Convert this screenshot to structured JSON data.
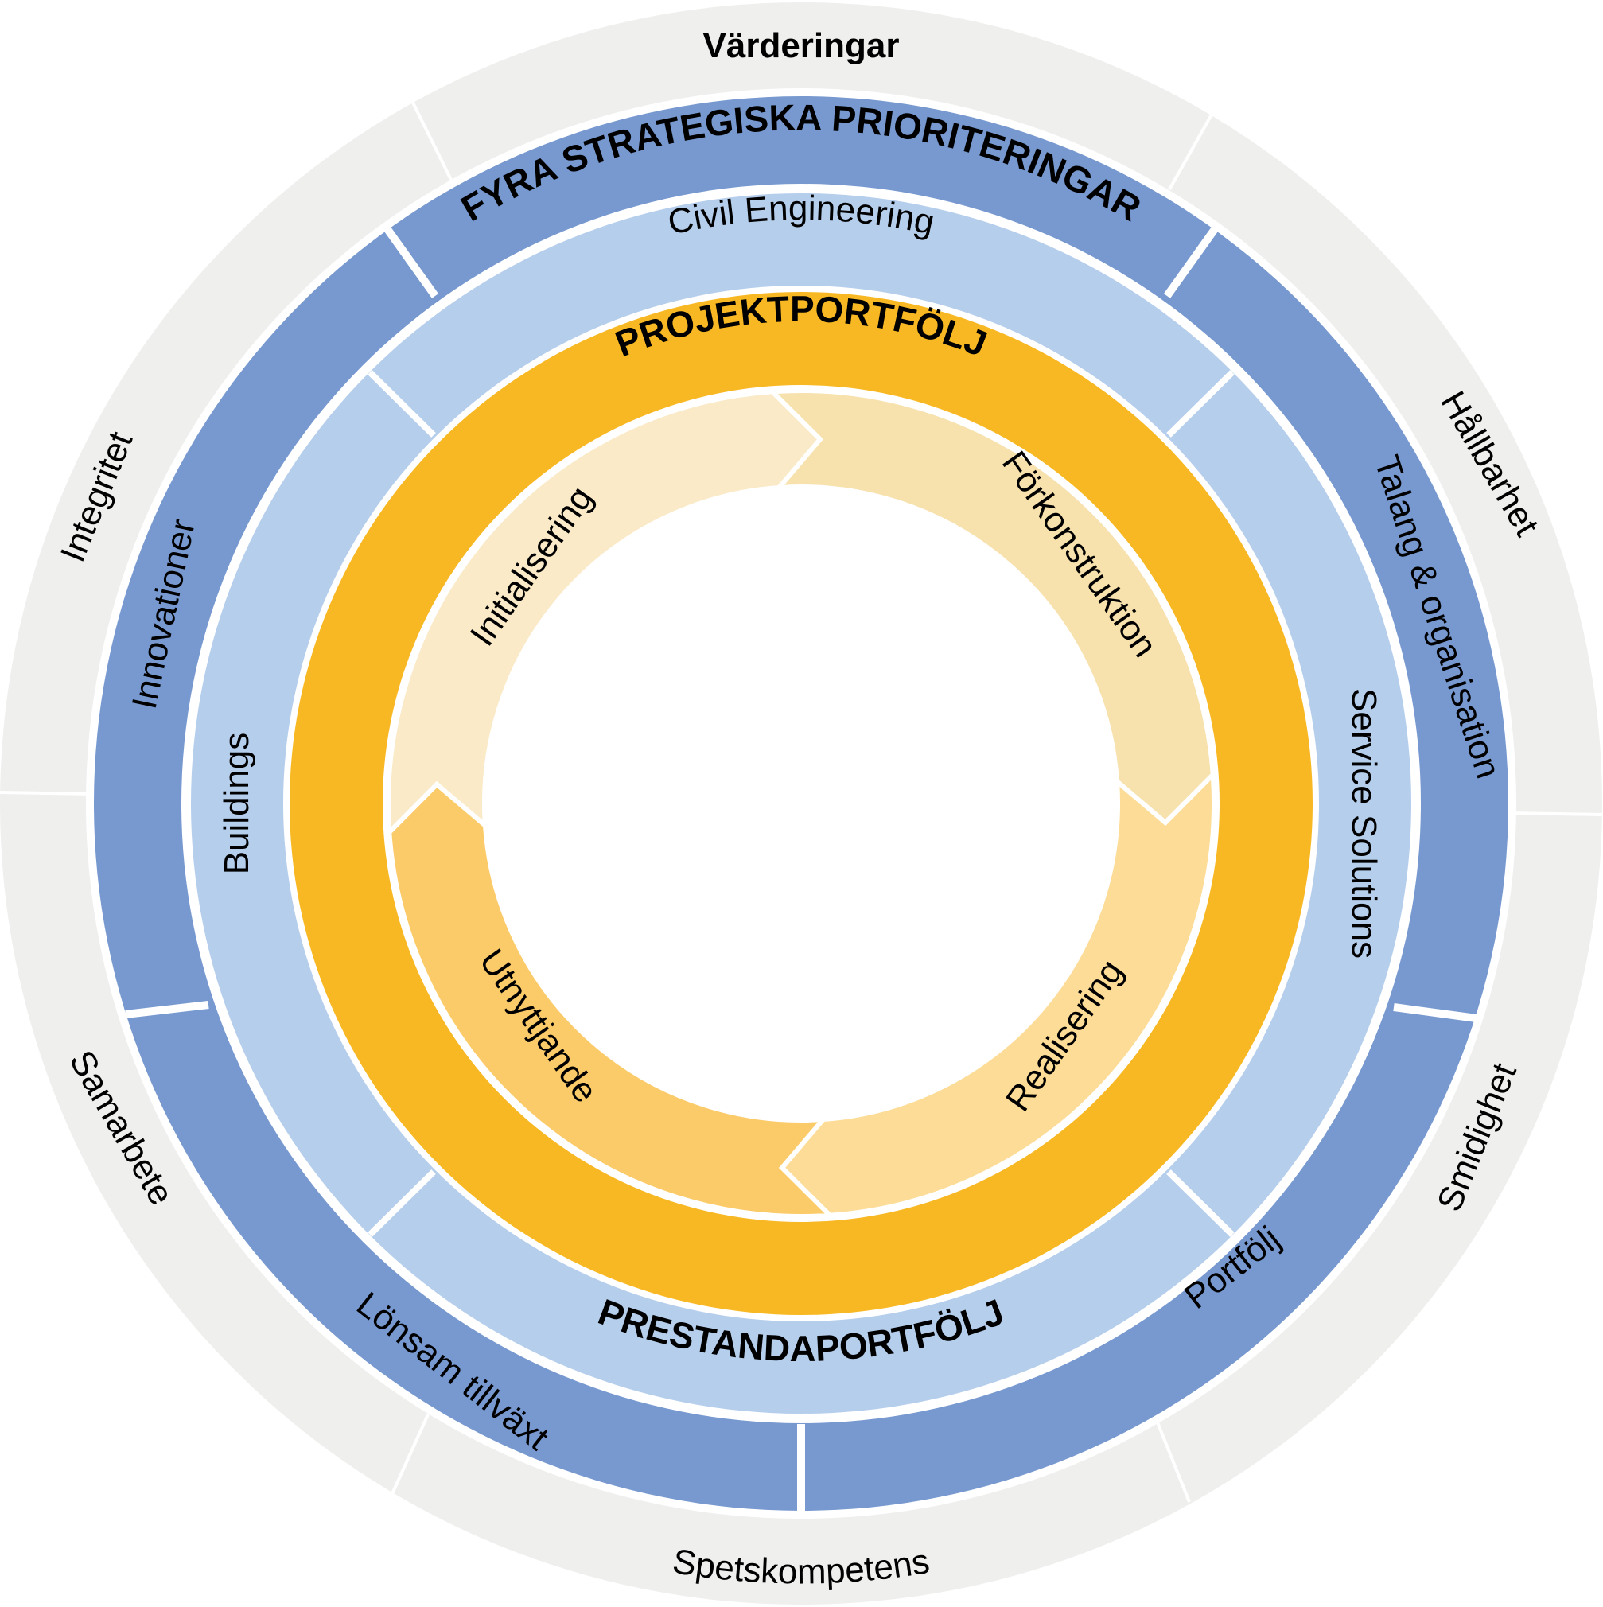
{
  "colors": {
    "values_ring": "#efefed",
    "strategy_ring": "#7799d0",
    "business_ring": "#b5ceec",
    "project_ring": "#f8b823",
    "phase_initialisering": "#faeac7",
    "phase_forkonstruktion": "#f7e1ac",
    "phase_realisering": "#fcdc96",
    "phase_utnyttjande": "#fbcb6a",
    "separator": "#ffffff"
  },
  "values_ring": {
    "title": "Värderingar",
    "items": [
      "Hållbarhet",
      "Smidighet",
      "Spetskompetens",
      "Samarbete",
      "Integritet"
    ]
  },
  "strategy_ring": {
    "title": "FYRA STRATEGISKA PRIORITERINGAR",
    "items": [
      "Talang & organisation",
      "Portfölj",
      "Lönsam tillväxt",
      "Innovationer"
    ]
  },
  "business_ring": {
    "title": "PRESTANDAPORTFÖLJ",
    "items": [
      "Civil Engineering",
      "Service Solutions",
      "Buildings"
    ]
  },
  "project_ring": {
    "title": "PROJEKTPORTFÖLJ"
  },
  "phases": [
    "Initialisering",
    "Förkonstruktion",
    "Realisering",
    "Utnyttjande"
  ]
}
